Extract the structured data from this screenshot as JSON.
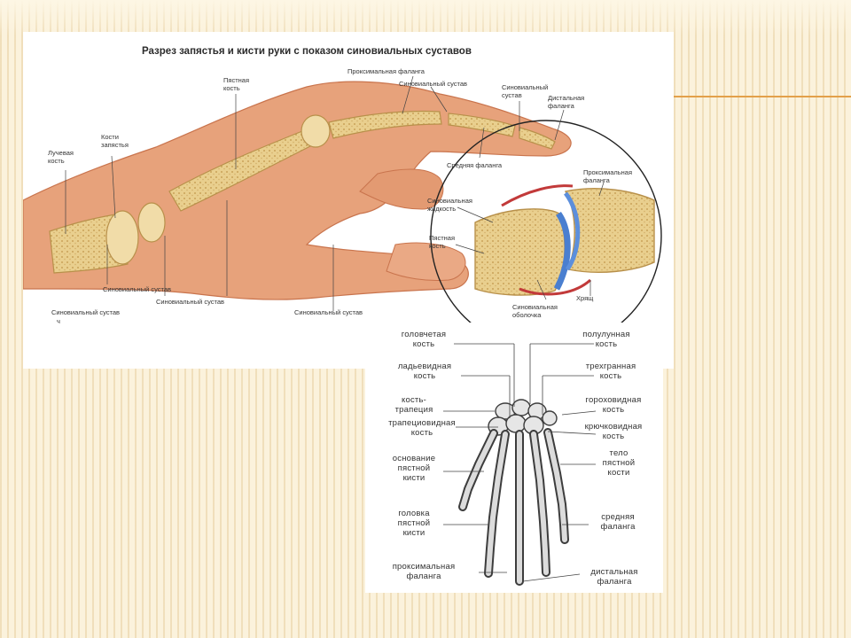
{
  "slide": {
    "top_diagram": {
      "title": "Разрез запястья и кисти руки с показом синовиальных суставов",
      "labels": {
        "radius": "Лучевая\nкость",
        "carpals": "Кости\nзапястья",
        "metacarpal": "Пястная\nкость",
        "proximal_phalanx": "Проксимальная фаланга",
        "synovial_joint_1": "Синовиальный сустав",
        "synovial_joint_2": "Синовиальный\nсустав",
        "distal_phalanx": "Дистальная\nфаланга",
        "middle_phalanx": "Средняя фаланга",
        "proximal_phalanx_2": "Проксимальная\nфаланга",
        "synovial_fluid": "Синовиальная\nжидкость",
        "metacarpal_2": "Пястная\nкость",
        "cartilage": "Хрящ",
        "synovial_membrane": "Синовиальная\nоболочка",
        "synovial_joint_3": "Синовиальный сустав",
        "synovial_joint_4": "Синовиальный сустав",
        "synovial_joint_5": "Синовиальный сустав",
        "synovial_joint_6": "Синовиальный сустав",
        "small_mark": "ч"
      }
    },
    "bottom_diagram": {
      "labels": {
        "capitate": "головчетая\nкость",
        "lunate": "полулунная\nкость",
        "scaphoid": "ладьевидная\nкость",
        "triquetrum": "трехгранная\nкость",
        "trapezium": "кость-\nтрапеция",
        "pisiform": "гороховидная\nкость",
        "trapezoid": "трапециовидная\nкость",
        "hamate": "крючковидная\nкость",
        "metacarpal_base": "основание\nпястной\nкисти",
        "metacarpal_body": "тело\nпястной\nкости",
        "metacarpal_head": "головка\nпястной\nкисти",
        "middle_phalanx": "средняя\nфаланга",
        "proximal_phalanx": "проксимальная\nфаланга",
        "distal_phalanx": "дистальная\nфаланга"
      }
    },
    "colors": {
      "skin": "#e7a27b",
      "skin_dark": "#c9744d",
      "bone": "#e6c884",
      "bone_edge": "#b8904a",
      "cartilage": "#4a7fd0",
      "membrane": "#c23a3a",
      "skeleton": "#5a5a5a",
      "accent": "#e3a04a"
    }
  }
}
